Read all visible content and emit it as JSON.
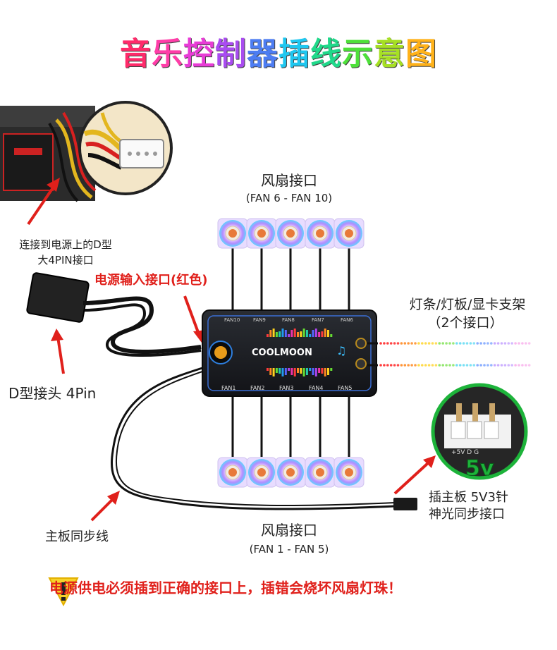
{
  "title": "音乐控制器插线示意图",
  "title_colors": [
    "#ff2a6a",
    "#ff3da8",
    "#e83cd6",
    "#a94cf0",
    "#4d7df2",
    "#1fc7f0",
    "#20d98a",
    "#4ee03a",
    "#a6e024",
    "#ffb21a"
  ],
  "labels": {
    "psu_connect_line1": "连接到电源上的D型",
    "psu_connect_line2": "大4PIN接口",
    "power_input": "电源输入接口(红色)",
    "d_connector": "D型接头 4Pin",
    "fan_top": "风扇接口",
    "fan_top_range": "(FAN 6 - FAN 10)",
    "fan_bottom": "风扇接口",
    "fan_bottom_range": "(FAN 1 - FAN 5)",
    "light_strip": "灯条/灯板/显卡支架",
    "light_strip_count": "（2个接口）",
    "motherboard_sync": "主板同步线",
    "board_5v_line1": "插主板 5V3针",
    "board_5v_line2": "神光同步接口",
    "five_v": "5v",
    "pin_label": "+5V  D  G"
  },
  "controller": {
    "brand": "COOLMOON",
    "top_ports": [
      "FAN10",
      "FAN9",
      "FAN8",
      "FAN7",
      "FAN6"
    ],
    "bottom_ports": [
      "FAN1",
      "FAN2",
      "FAN3",
      "FAN4",
      "FAN5"
    ]
  },
  "warning": {
    "icon": "warning-icon",
    "text": "电源供电必须插到正确的接口上，插错会烧坏风扇灯珠！"
  },
  "colors": {
    "accent_red": "#e0201b",
    "controller": "#1b1d22",
    "cable": "#111111",
    "board_green": "#1db33a"
  }
}
